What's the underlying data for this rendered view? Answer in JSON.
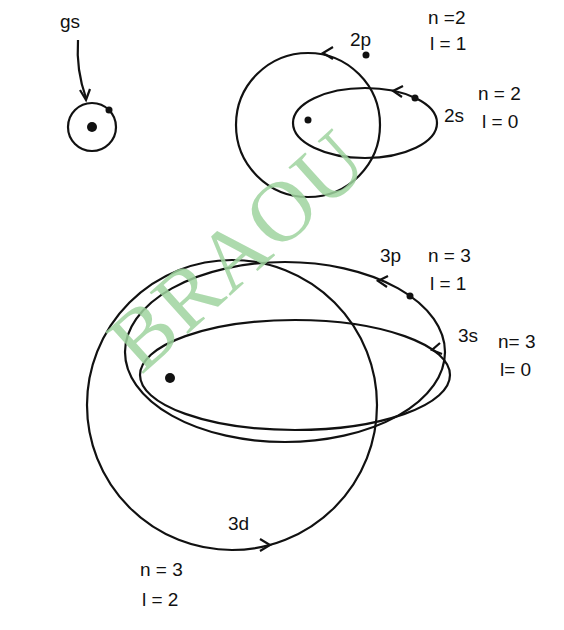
{
  "diagram": {
    "labels": [
      "gs",
      "2p",
      "n =2",
      "l = 1",
      "2s",
      "n = 2",
      "l = 0",
      "3p",
      "n = 3",
      "l = 1",
      "3s",
      "n= 3",
      "l= 0",
      "3d",
      "n = 3",
      "l = 2",
      "BRAOU"
    ]
  }
}
